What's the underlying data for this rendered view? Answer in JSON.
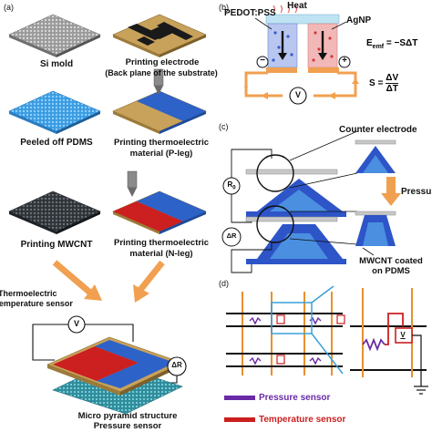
{
  "panel_a": {
    "panel_label": "(a)",
    "steps": {
      "si_mold": "Si mold",
      "printing_electrode_1": "Printing electrode",
      "printing_electrode_2": "(Back plane of the substrate)",
      "peeled_pdms": "Peeled off PDMS",
      "thermo_p_1": "Printing  thermoelectric",
      "thermo_p_2": "material (P-leg)",
      "mwcnt": "Printing MWCNT",
      "thermo_n_1": "Printing  thermoelectric",
      "thermo_n_2": "material (N-leg)"
    },
    "final": {
      "temp_sensor_1": "Thermoelectric",
      "temp_sensor_2": "Temperature sensor",
      "voltage_symbol": "V",
      "resistance_symbol": "ΔR",
      "pressure_sensor_1": "Micro pyramid structure",
      "pressure_sensor_2": "Pressure sensor"
    }
  },
  "panel_b": {
    "panel_label": "(b)",
    "heat": "Heat",
    "pedot": "PEDOT:PSS",
    "agnp": "AgNP",
    "minus": "−",
    "plus": "+",
    "voltmeter": "V",
    "emf_lhs": "E",
    "emf_sub": "emf",
    "emf_rhs": "= −SΔT",
    "s_lhs": "S =",
    "s_num": "ΔV",
    "s_den": "ΔT"
  },
  "panel_c": {
    "panel_label": "(c)",
    "counter_electrode": "Counter electrode",
    "pressure": "Pressure",
    "r0": "R",
    "r0_sub": "0",
    "delta_r": "ΔR",
    "mwcnt_1": "MWCNT coated",
    "mwcnt_2": "on PDMS"
  },
  "panel_d": {
    "panel_label": "(d)",
    "voltage_symbol": "V",
    "legend_pressure": "Pressure sensor",
    "legend_temperature": "Temperature sensor"
  },
  "colors": {
    "red": "#cc1f1f",
    "blue": "#2d62c8",
    "orange": "#e8912f",
    "purple": "#6a2aa6",
    "gold": "#c8a15a",
    "pdms": "#49a8e6"
  }
}
